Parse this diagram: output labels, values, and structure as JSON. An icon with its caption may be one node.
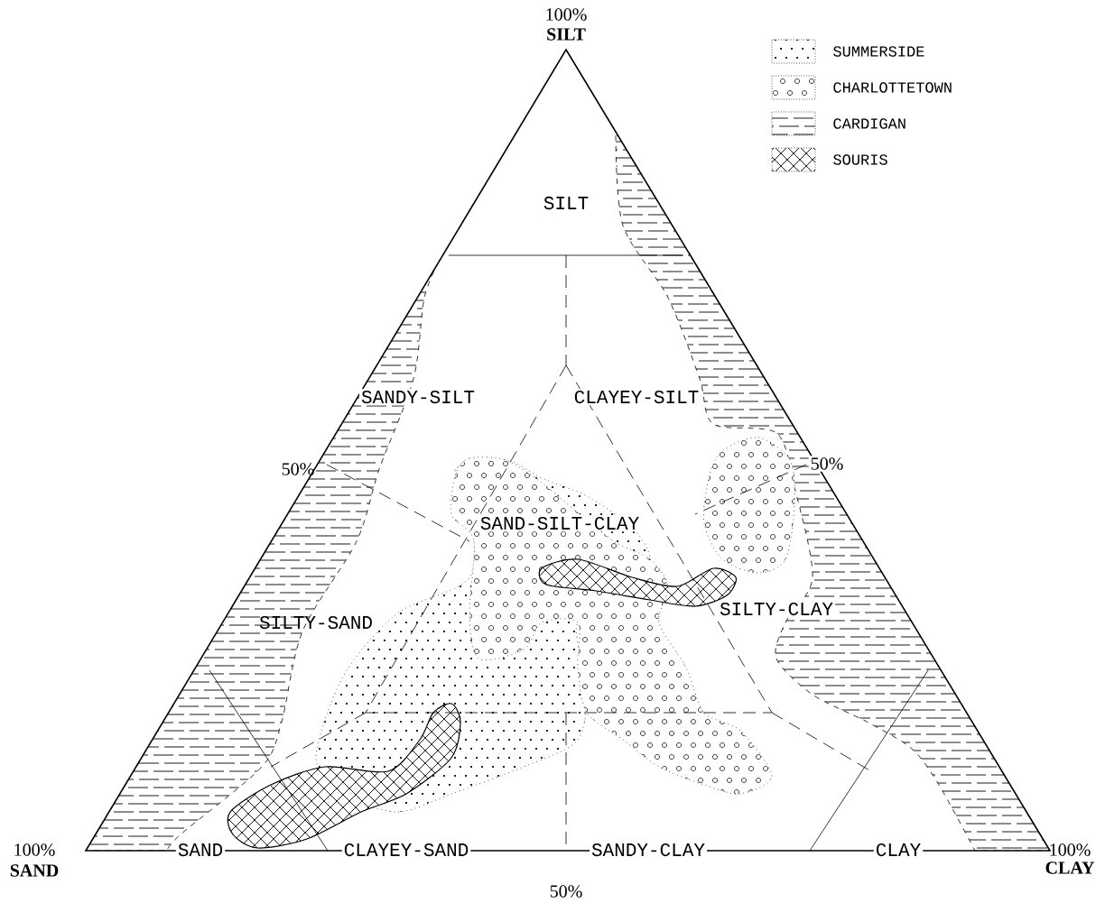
{
  "diagram": {
    "labels": [
      "100%",
      "SILT",
      "SILT",
      "SANDY-SILT",
      "CLAYEY-SILT",
      "50%",
      "50%",
      "SAND-SILT-CLAY",
      "SILTY-CLAY",
      "SILTY-SAND",
      "100%",
      "SAND",
      "SAND",
      "CLAYEY-SAND",
      "SANDY-CLAY",
      "CLAY",
      "100%",
      "CLAY",
      "50%"
    ],
    "legend": [
      {
        "text": "SUMMERSIDE"
      },
      {
        "text": "CHARLOTTETOWN"
      },
      {
        "text": "CARDIGAN"
      },
      {
        "text": "SOURIS"
      }
    ]
  }
}
